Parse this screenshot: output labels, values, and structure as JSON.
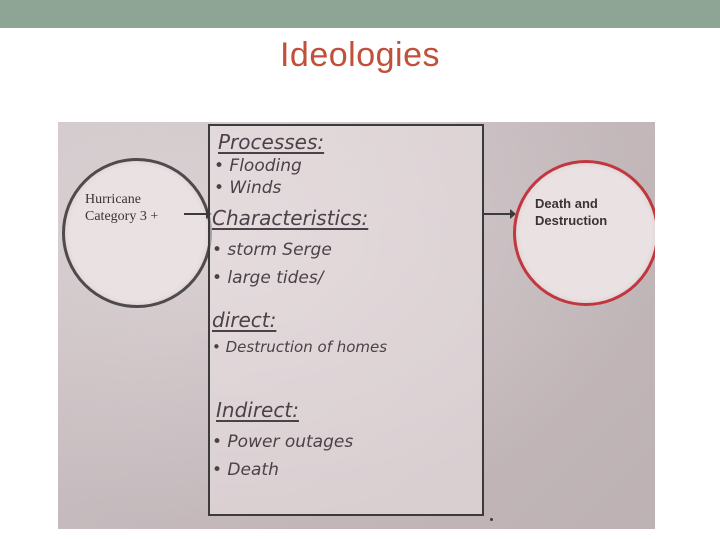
{
  "slide": {
    "title": "Ideologies"
  },
  "diagram": {
    "cause": {
      "line1": "Hurricane",
      "line2": "Category 3 +"
    },
    "effect": {
      "line1": "Death and",
      "line2": "Destruction"
    },
    "notes": {
      "processes_heading": "Processes:",
      "processes_items": [
        "• Flooding",
        "• Winds"
      ],
      "characteristics_heading": "Characteristics:",
      "characteristics_items": [
        "• storm Serge",
        "• large tides/"
      ],
      "direct_heading": "direct:",
      "direct_items": [
        "• Destruction of homes"
      ],
      "indirect_heading": "Indirect:",
      "indirect_items": [
        "• Power outages",
        "• Death"
      ]
    }
  }
}
